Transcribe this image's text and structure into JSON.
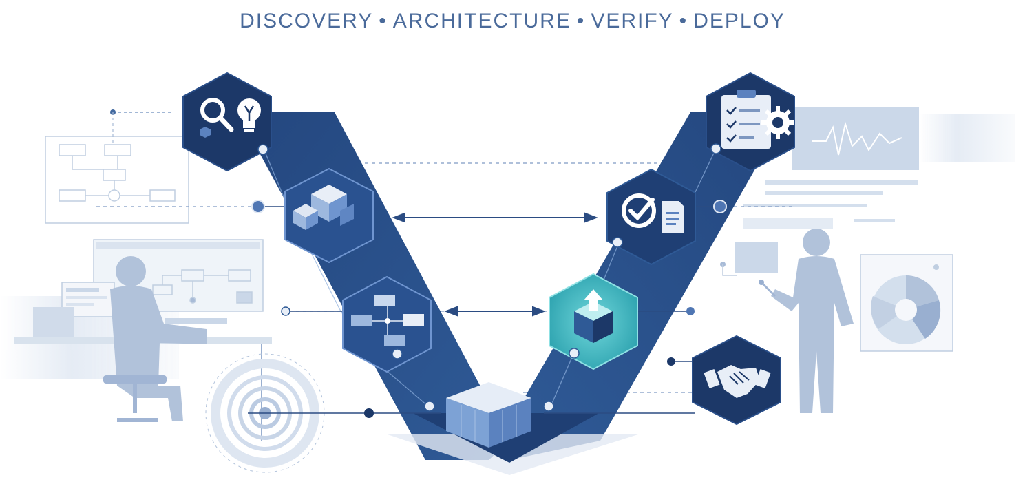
{
  "header": {
    "phases": [
      "DISCOVERY",
      "ARCHITECTURE",
      "VERIFY",
      "DEPLOY"
    ],
    "separator": "•"
  },
  "colors": {
    "title": "#4a6a9a",
    "band_dark": "#1e3e72",
    "band_mid": "#2f5995",
    "hex_dark": "#1c3868",
    "hex_border": "#5b82bf",
    "accent_teal": "#4cc3c8",
    "connector": "#7f9bc4",
    "ghost": "#c9d6e8"
  },
  "left_stages": [
    {
      "key": "discovery",
      "icons": [
        "magnifier-icon",
        "lightbulb-icon"
      ]
    },
    {
      "key": "architecture",
      "icons": [
        "blocks-icon"
      ]
    },
    {
      "key": "design",
      "icons": [
        "flow-diagram-icon"
      ]
    }
  ],
  "base_stage": {
    "key": "implementation",
    "icons": [
      "cube-icon"
    ]
  },
  "right_stages": [
    {
      "key": "deploy-config",
      "icons": [
        "checklist-icon",
        "gear-icon"
      ]
    },
    {
      "key": "verify",
      "icons": [
        "checkmark-icon",
        "document-icon"
      ]
    },
    {
      "key": "integration",
      "icons": [
        "upload-box-icon"
      ]
    },
    {
      "key": "handoff",
      "icons": [
        "handshake-icon"
      ]
    }
  ]
}
